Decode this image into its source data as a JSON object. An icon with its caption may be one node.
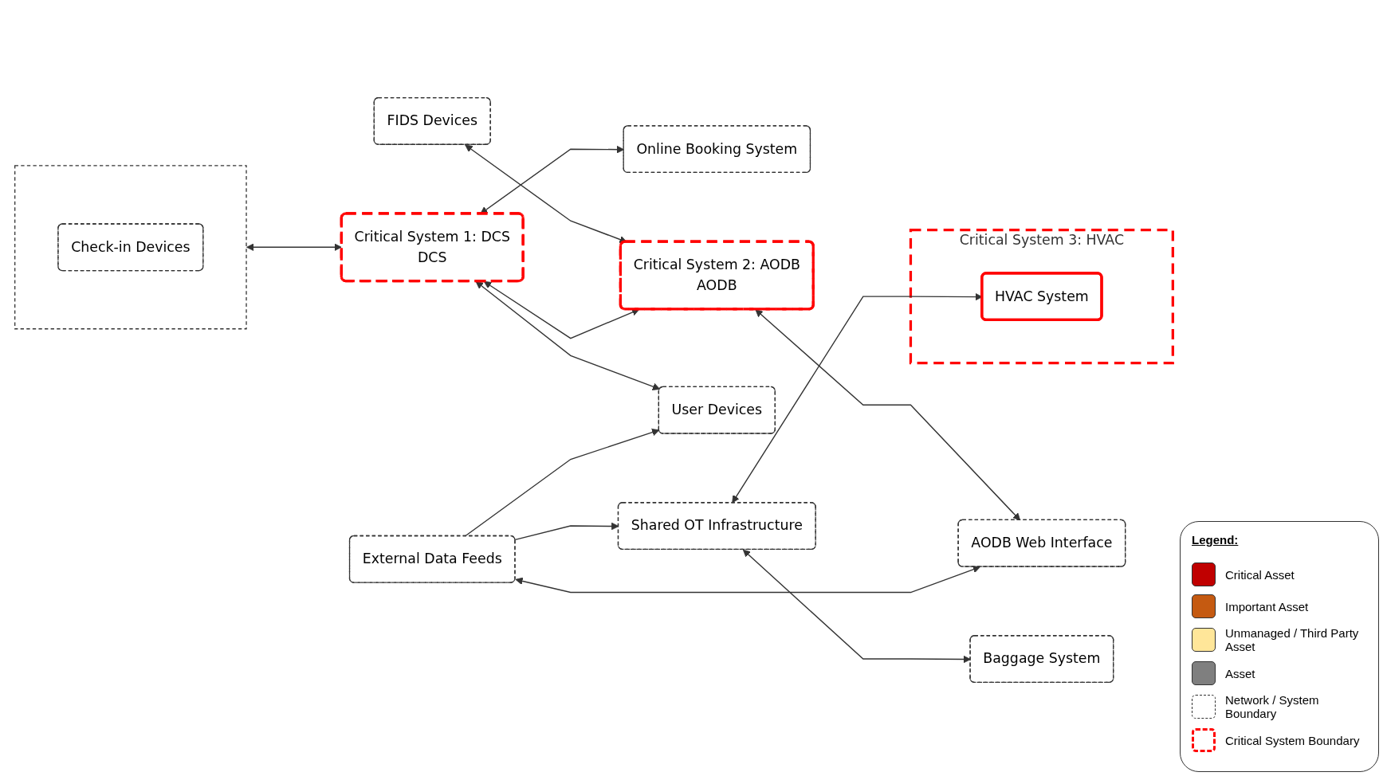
{
  "diagram": {
    "nodes": [
      {
        "text": [
          "Online Booking System"
        ]
      },
      {
        "text": [
          "FIDS Devices"
        ]
      },
      {
        "text": [
          "Critical System 2: AODB",
          "AODB"
        ]
      },
      {
        "text": [
          "AODB Web Interface"
        ]
      },
      {
        "text": [
          "External Data Feeds"
        ]
      },
      {
        "text": [],
        "shape": "box"
      },
      {
        "text": [
          "Check-in Devices"
        ],
        "in": 5
      },
      {
        "text": [
          "Critical System 1: DCS",
          "DCS"
        ]
      },
      {
        "text": [
          "User Devices"
        ]
      },
      {
        "text": [
          "Shared OT Infrastructure"
        ]
      },
      {
        "text": [
          "Baggage System"
        ]
      },
      {
        "text": [
          "Critical System 3: HVAC"
        ]
      },
      {
        "text": [
          "HVAC System"
        ],
        "in": 11
      }
    ],
    "edges": [
      {
        "from": 1,
        "to": 2,
        "arrow": "both"
      },
      {
        "from": 2,
        "to": 3,
        "arrow": "both"
      },
      {
        "from": 4,
        "to": 3,
        "arrow": "both"
      },
      {
        "from": 7,
        "to": 0,
        "arrow": "both"
      },
      {
        "from": 7,
        "to": 2,
        "arrow": "both"
      },
      {
        "from": 5,
        "to": 7,
        "arrow": "both"
      },
      {
        "from": 7,
        "to": 8,
        "arrow": "both"
      },
      {
        "from": 4,
        "to": 8,
        "arrow": "to"
      },
      {
        "from": 4,
        "to": 9,
        "arrow": "to"
      },
      {
        "from": 9,
        "to": 10,
        "arrow": "both"
      },
      {
        "from": 9,
        "to": 12,
        "arrow": "both"
      }
    ],
    "labels": [
      "Legend:"
    ],
    "legend": [
      {
        "text": "Critical Asset",
        "color": "#c00000"
      },
      {
        "text": "Important Asset",
        "color": "#c55a11"
      },
      {
        "text": "Unmanaged / Third Party Asset",
        "color": "#ffe699"
      },
      {
        "text": "Asset",
        "color": "#7f7f7f"
      },
      {
        "text": "Network / System Boundary"
      },
      {
        "text": "Critical System Boundary"
      }
    ]
  }
}
